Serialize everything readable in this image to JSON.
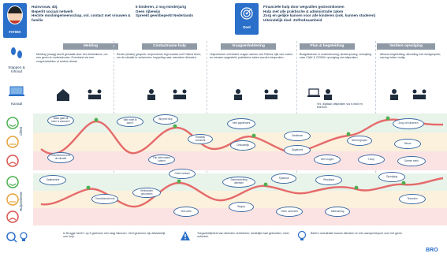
{
  "persona": {
    "name": "FATIMA",
    "bullets_col1": [
      "Huisvrouw, 40j.",
      "Beperkt sociaal netwerk",
      "Hechte moslimgemeenschap, vnl. contact met vrouwen & familie"
    ],
    "bullets_col2": [
      "6 kinderen, 2 nog minderjarig",
      "Geen rijbewijs",
      "Spreekt geen/beperkt Nederlands"
    ]
  },
  "goal": {
    "label": "Doel",
    "bullets": [
      "Financiële hulp door wegvallen gezinsinkomen",
      "Hulp met alle praktische & administratie zaken",
      "Zorg en gelijke kansen voor alle kinderen (ook. kunnen studeren)",
      "Uiteindelijk doel: Zelfredzaamheid"
    ]
  },
  "row_labels": {
    "steps": "Stappen & Inhoud",
    "channel": "Kanaal",
    "client": "Cliënt",
    "helper": "Hulpverlener"
  },
  "phases": [
    "Melding",
    "Contactname hulp",
    "Vraagverheldering",
    "Plan & begeleiding",
    "Verdere opvolging"
  ],
  "steps": [
    "Melding (vraag) wordt gemaakt door een betrokkene; om een gezin te ondersteunen. Eventueel via een zorgverstrekker of andere dienst.",
    "Eerste (intake) gesprek: hulpverlener legt contact met Fatima thuis; om de situatie te verkennen; koppeling naar meerdere diensten.",
    "Hulpverlener verheldert vragen samen met Fatima; lijst van noden en wensen opgesteld; praktische zaken worden besproken.",
    "Budgetbeheer & ondersteuning; kinderopvang; verwijzing naar CAW & OCMW; opvolging van afspraken.",
    "Afbouw begeleiding; afronding met eindgesprek; nazorg indien nodig."
  ],
  "channel_note": "Vnl. digitaal; afspraken via e-mail en telefoon",
  "client_bubbles": [
    "Waar gaat dit heen & waarom?",
    "Onzekerheid over de situatie",
    "Wat moet ik doen?",
    "Blij met hulp",
    "Fijn dat iemand luistert",
    "Eindelijk overzicht",
    "Veel papierwerk",
    "Onduidelijk",
    "Dankbaar",
    "Opgelucht",
    "Veel vragen",
    "Niet begrepen",
    "Zorg om kinderen",
    "Stress",
    "Hoop",
    "Samen sterk"
  ],
  "helper_bubbles": [
    "Taalbarrière",
    "Onvoldoende info",
    "Vertrouwen opbouwen",
    "Goed contact",
    "Veel werk",
    "Samenwerking diensten",
    "Begrip",
    "Tijdsdruk",
    "Geen overzicht",
    "Resultaat",
    "Afstemming",
    "Opvolging",
    "Tevreden"
  ],
  "bottom_notes": [
    "In Brugge heeft 1 op 5 gezinnen een laag inkomen. Veel gezinnen zijn afhankelijk van hulp.",
    "Toegankelijkheid van diensten verbeteren; duidelijke taal gebruiken; meer outreach.",
    "Betere coördinatie tussen diensten en één aanspreekpunt voor het gezin."
  ],
  "logo": "BRO",
  "colors": {
    "accent": "#2a7de1",
    "curve": "#e56a6a",
    "happy": "#4caf50",
    "neutral": "#e6a23c",
    "sad": "#d9534f"
  }
}
